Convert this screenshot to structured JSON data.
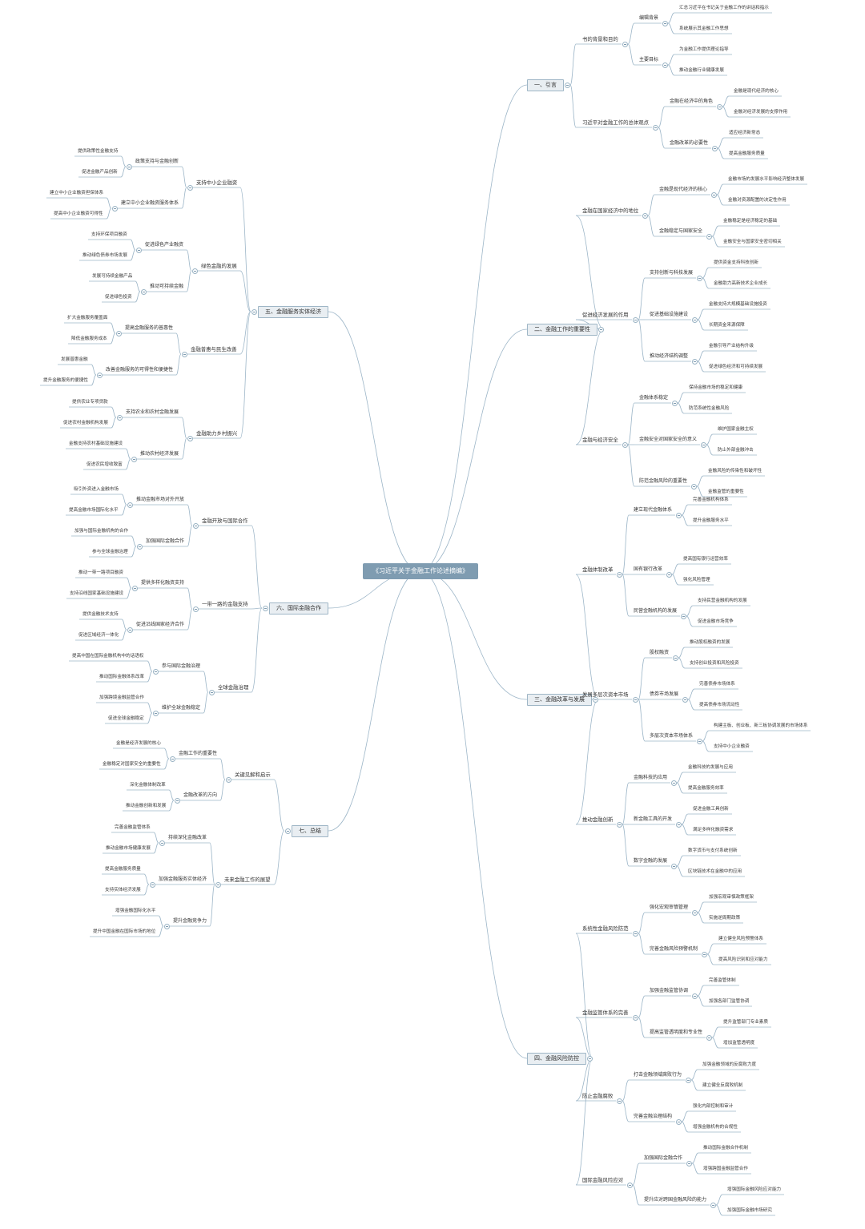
{
  "root": "《习近平关于金融工作论述摘编》",
  "right": [
    {
      "label": "一、引言",
      "children": [
        {
          "label": "书的背景和目的",
          "children": [
            {
              "label": "编辑背景",
              "children": [
                "汇总习近平在书记关于金融工作的讲话和指示",
                "系统展示其金融工作思想"
              ]
            },
            {
              "label": "主要目标",
              "children": [
                "为金融工作提供理论指导",
                "推动金融行业健康发展"
              ]
            }
          ]
        },
        {
          "label": "习近平对金融工作的总体观点",
          "children": [
            {
              "label": "金融在经济中的角色",
              "children": [
                "金融是现代经济的核心",
                "金融对经济发展的支撑作用"
              ]
            },
            {
              "label": "金融改革的必要性",
              "children": [
                "适应经济新常态",
                "提高金融服务质量"
              ]
            }
          ]
        }
      ]
    },
    {
      "label": "二、金融工作的重要性",
      "children": [
        {
          "label": "金融在国家经济中的地位",
          "children": [
            {
              "label": "金融是现代经济的核心",
              "children": [
                "金融市场的发展水平影响经济整体发展",
                "金融对资源配置的决定性作用"
              ]
            },
            {
              "label": "金融稳定与国家安全",
              "children": [
                "金融稳定是经济稳定的基础",
                "金融安全与国家安全密切相关"
              ]
            }
          ]
        },
        {
          "label": "促进经济发展的作用",
          "children": [
            {
              "label": "支持创新与科技发展",
              "children": [
                "提供资金支持科技创新",
                "金融助力高新技术企业成长"
              ]
            },
            {
              "label": "促进基础设施建设",
              "children": [
                "金融支持大规模基础设施投资",
                "长期资金来源保障"
              ]
            },
            {
              "label": "推动经济结构调整",
              "children": [
                "金融引导产业结构升级",
                "促进绿色经济和可持续发展"
              ]
            }
          ]
        },
        {
          "label": "金融与经济安全",
          "children": [
            {
              "label": "金融体系稳定",
              "children": [
                "保持金融市场的稳定和健康",
                "防范系统性金融风险"
              ]
            },
            {
              "label": "金融安全对国家安全的意义",
              "children": [
                "维护国家金融主权",
                "防止外部金融冲击"
              ]
            },
            {
              "label": "防范金融风险的重要性",
              "children": [
                "金融风险的传染性和破坏性",
                "金融监管的重要性"
              ]
            }
          ]
        }
      ]
    },
    {
      "label": "三、金融改革与发展",
      "children": [
        {
          "label": "金融体制改革",
          "children": [
            {
              "label": "建立现代金融体系",
              "children": [
                "完善金融机构体系",
                "提升金融服务水平"
              ]
            },
            {
              "label": "国有银行改革",
              "children": [
                "提高国有银行运营效率",
                "强化风险管理"
              ]
            },
            {
              "label": "民营金融机构的发展",
              "children": [
                "支持民营金融机构的发展",
                "促进金融市场竞争"
              ]
            }
          ]
        },
        {
          "label": "发展多层次资本市场",
          "children": [
            {
              "label": "股权融资",
              "children": [
                "推动股权融资的发展",
                "支持创业投资和风险投资"
              ]
            },
            {
              "label": "债券市场发展",
              "children": [
                "完善债券市场体系",
                "提高债券市场流动性"
              ]
            },
            {
              "label": "多层次资本市场体系",
              "children": [
                "构建主板、创业板、新三板协调发展的市场体系",
                "支持中小企业融资"
              ]
            }
          ]
        },
        {
          "label": "推动金融创新",
          "children": [
            {
              "label": "金融科技的应用",
              "children": [
                "金融科技的发展与应用",
                "提高金融服务效率"
              ]
            },
            {
              "label": "新金融工具的开发",
              "children": [
                "促进金融工具创新",
                "满足多样化融资需求"
              ]
            },
            {
              "label": "数字金融的发展",
              "children": [
                "数字货币与支付系统创新",
                "区块链技术在金融中的应用"
              ]
            }
          ]
        }
      ]
    },
    {
      "label": "四、金融风险防控",
      "children": [
        {
          "label": "系统性金融风险防范",
          "children": [
            {
              "label": "强化宏观审慎管理",
              "children": [
                "加强宏观审慎政策框架",
                "实施逆周期政策"
              ]
            },
            {
              "label": "完善金融风险预警机制",
              "children": [
                "建立健全风险预警体系",
                "提高风险识别和应对能力"
              ]
            }
          ]
        },
        {
          "label": "金融监管体系的完善",
          "children": [
            {
              "label": "加强金融监管协调",
              "children": [
                "完善监管体制",
                "加强各部门监管协调"
              ]
            },
            {
              "label": "提高监管透明度和专业性",
              "children": [
                "提升监管部门专业素质",
                "增加监管透明度"
              ]
            }
          ]
        },
        {
          "label": "防止金融腐败",
          "children": [
            {
              "label": "打击金融领域腐败行为",
              "children": [
                "加强金融领域的反腐败力度",
                "建立健全反腐败机制"
              ]
            },
            {
              "label": "完善金融治理结构",
              "children": [
                "强化内部控制和审计",
                "增强金融机构的合规性"
              ]
            }
          ]
        },
        {
          "label": "国际金融风险应对",
          "children": [
            {
              "label": "加强国际金融合作",
              "children": [
                "推动国际金融合作机制",
                "增强跨国金融监管合作"
              ]
            },
            {
              "label": "提升应对跨国金融风险的能力",
              "children": [
                "增强国际金融风险应对能力",
                "加强国际金融市场研究"
              ]
            }
          ]
        }
      ]
    }
  ],
  "left": [
    {
      "label": "五、金融服务实体经济",
      "children": [
        {
          "label": "支持中小企业融资",
          "children": [
            {
              "label": "政策支持与金融创新",
              "children": [
                "提供政策性金融支持",
                "促进金融产品创新"
              ]
            },
            {
              "label": "建立中小企业融资服务体系",
              "children": [
                "建立中小企业融资担保体系",
                "提高中小企业融资可得性"
              ]
            }
          ]
        },
        {
          "label": "绿色金融的发展",
          "children": [
            {
              "label": "促进绿色产业融资",
              "children": [
                "支持环保项目融资",
                "推动绿色债券市场发展"
              ]
            },
            {
              "label": "推动可持续金融",
              "children": [
                "发展可持续金融产品",
                "促进绿色投资"
              ]
            }
          ]
        },
        {
          "label": "金融普惠与民生改善",
          "children": [
            {
              "label": "提高金融服务的普惠性",
              "children": [
                "扩大金融服务覆盖面",
                "降低金融服务成本"
              ]
            },
            {
              "label": "改善金融服务的可得性和便捷性",
              "children": [
                "发展普惠金融",
                "提升金融服务的便捷性"
              ]
            }
          ]
        },
        {
          "label": "金融助力乡村振兴",
          "children": [
            {
              "label": "支持农业和农村金融发展",
              "children": [
                "提供农业专项贷款",
                "促进农村金融机构发展"
              ]
            },
            {
              "label": "推动农村经济发展",
              "children": [
                "金融支持农村基础设施建设",
                "促进农民增收致富"
              ]
            }
          ]
        }
      ]
    },
    {
      "label": "六、国际金融合作",
      "children": [
        {
          "label": "金融开放与国际合作",
          "children": [
            {
              "label": "推动金融市场对外开放",
              "children": [
                "吸引外资进入金融市场",
                "提高金融市场国际化水平"
              ]
            },
            {
              "label": "加强国际金融合作",
              "children": [
                "加强与国际金融机构的合作",
                "参与全球金融治理"
              ]
            }
          ]
        },
        {
          "label": "一带一路的金融支持",
          "children": [
            {
              "label": "提供多样化融资支持",
              "children": [
                "推动一带一路项目融资",
                "支持沿线国家基础设施建设"
              ]
            },
            {
              "label": "促进沿线国家经济合作",
              "children": [
                "提供金融技术支持",
                "促进区域经济一体化"
              ]
            }
          ]
        },
        {
          "label": "全球金融治理",
          "children": [
            {
              "label": "参与国际金融治理",
              "children": [
                "提高中国在国际金融机构中的话语权",
                "推动国际金融体系改革"
              ]
            },
            {
              "label": "维护全球金融稳定",
              "children": [
                "加强跨境金融监管合作",
                "促进全球金融稳定"
              ]
            }
          ]
        }
      ]
    },
    {
      "label": "七、总结",
      "children": [
        {
          "label": "关键见解和启示",
          "children": [
            {
              "label": "金融工作的重要性",
              "children": [
                "金融是经济发展的核心",
                "金融稳定对国家安全的重要性"
              ]
            },
            {
              "label": "金融改革的方向",
              "children": [
                "深化金融体制改革",
                "推动金融创新和发展"
              ]
            }
          ]
        },
        {
          "label": "未来金融工作的展望",
          "children": [
            {
              "label": "持续深化金融改革",
              "children": [
                "完善金融监管体系",
                "推动金融市场健康发展"
              ]
            },
            {
              "label": "加强金融服务实体经济",
              "children": [
                "提高金融服务质量",
                "支持实体经济发展"
              ]
            },
            {
              "label": "提升金融竞争力",
              "children": [
                "增强金融国际化水平",
                "提升中国金融在国际市场的地位"
              ]
            }
          ]
        }
      ]
    }
  ],
  "colors": {
    "line": "#9db6c8",
    "root_bg": "#7f9cb1",
    "top_bg": "#e9eef2",
    "text": "#333333"
  }
}
